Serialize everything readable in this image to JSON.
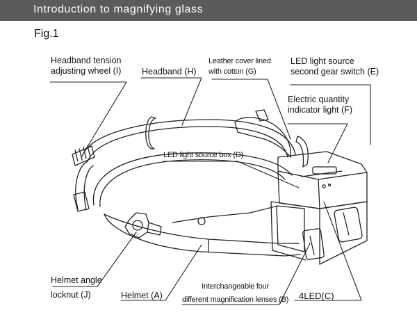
{
  "header": {
    "title": "Introduction to magnifying glass"
  },
  "figure": {
    "label": "Fig.1"
  },
  "labels": {
    "tension_wheel": [
      "Headband tension",
      "adjusting wheel (I)"
    ],
    "headband": "Headband (H)",
    "leather_cover": [
      "Leather cover lined",
      "with cotton (G)"
    ],
    "gear_switch": [
      "LED light source",
      "second gear switch (E)"
    ],
    "indicator": [
      "Electric quantity",
      "indicator light (F)"
    ],
    "led_box": "LED light source box (D)",
    "locknut": [
      "Helmet angle",
      "locknut (J)"
    ],
    "helmet": "Helmet (A)",
    "lenses": [
      "Interchangeable four",
      "different magnification lenses (B)"
    ],
    "led4": "4LED(C)"
  }
}
